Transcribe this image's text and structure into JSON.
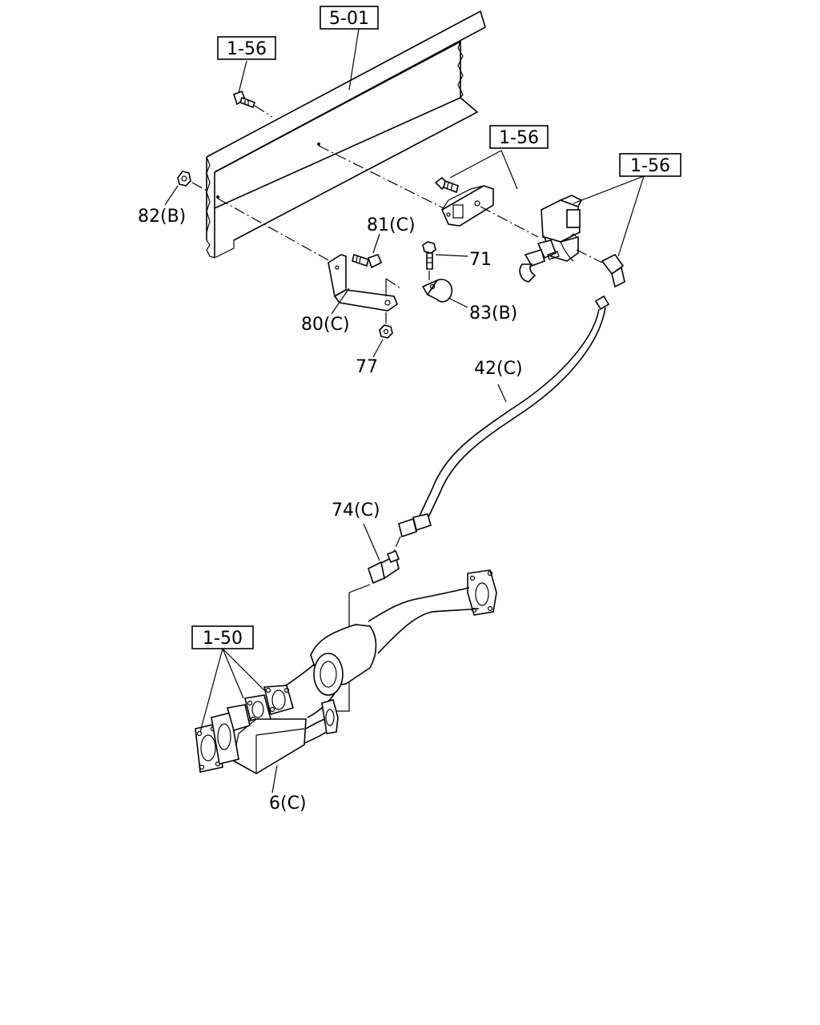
{
  "diagram": {
    "reference_boxes": [
      {
        "id": "ref-5-01",
        "text": "5-01"
      },
      {
        "id": "ref-1-56-a",
        "text": "1-56"
      },
      {
        "id": "ref-1-56-b",
        "text": "1-56"
      },
      {
        "id": "ref-1-56-c",
        "text": "1-56"
      },
      {
        "id": "ref-1-50",
        "text": "1-50"
      }
    ],
    "part_labels": [
      {
        "id": "part-82b",
        "text": "82(B)"
      },
      {
        "id": "part-81c",
        "text": "81(C)"
      },
      {
        "id": "part-71",
        "text": "71"
      },
      {
        "id": "part-80c",
        "text": "80(C)"
      },
      {
        "id": "part-83b",
        "text": "83(B)"
      },
      {
        "id": "part-77",
        "text": "77"
      },
      {
        "id": "part-42c",
        "text": "42(C)"
      },
      {
        "id": "part-74c",
        "text": "74(C)"
      },
      {
        "id": "part-6c",
        "text": "6(C)"
      }
    ]
  }
}
